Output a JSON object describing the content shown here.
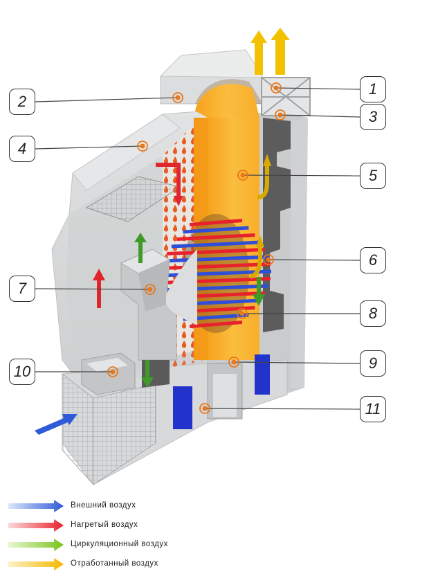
{
  "callouts": [
    "1",
    "2",
    "3",
    "4",
    "5",
    "6",
    "7",
    "8",
    "9",
    "10",
    "11"
  ],
  "legend": [
    {
      "label": "Внешний воздух",
      "color": "#2f5bd8",
      "fade": "#dce6fb"
    },
    {
      "label": "Нагретый воздух",
      "color": "#e8222c",
      "fade": "#fbd9da"
    },
    {
      "label": "Циркуляционный воздух",
      "color": "#7ac41a",
      "fade": "#e9f6d3"
    },
    {
      "label": "Отработанный воздух",
      "color": "#f5b800",
      "fade": "#fdf0c4"
    }
  ],
  "colors": {
    "structure": "#d9dadb",
    "structure_dark": "#b9bbbd",
    "column": "#fbb93a",
    "door": "#2233cc",
    "marker": "#e8781a",
    "flame": "#e8531f"
  }
}
